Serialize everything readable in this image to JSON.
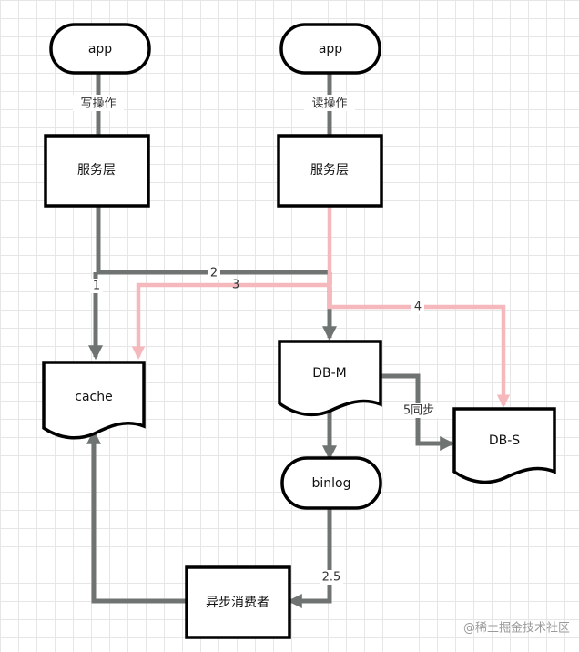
{
  "nodes": {
    "app_left": "app",
    "app_right": "app",
    "service_left": "服务层",
    "service_right": "服务层",
    "cache": "cache",
    "db_m": "DB-M",
    "db_s": "DB-S",
    "binlog": "binlog",
    "consumer": "异步消费者"
  },
  "edges": {
    "write_op": "写操作",
    "read_op": "读操作",
    "step_1": "1",
    "step_2": "2",
    "step_3": "3",
    "step_4": "4",
    "step_5": "5同步",
    "step_2_5": "2.5"
  },
  "watermark": "@稀土掘金技术社区",
  "colors": {
    "write_path": "#6f7472",
    "read_path": "#f4b8bd",
    "node_border": "#000000",
    "node_fill": "#ffffff"
  }
}
